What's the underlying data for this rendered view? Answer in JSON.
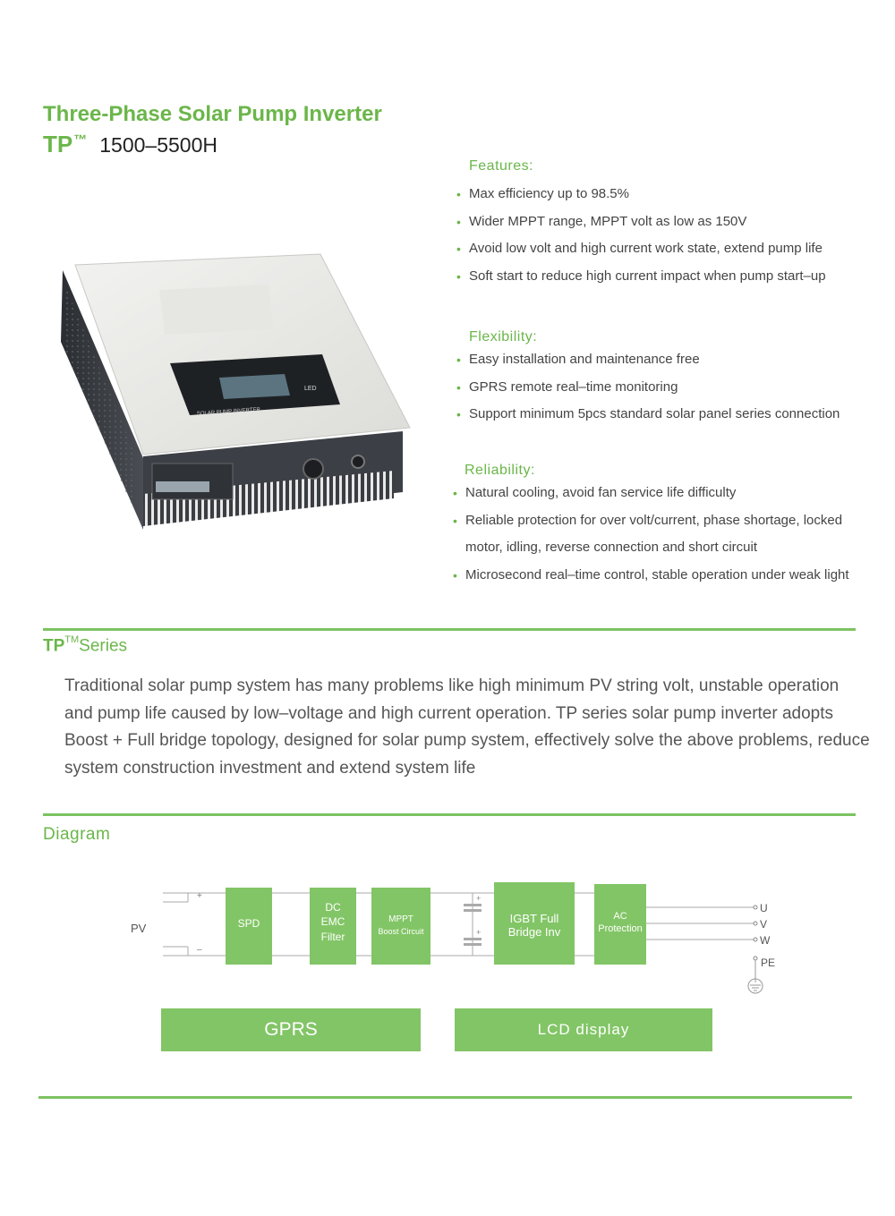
{
  "header": {
    "title": "Three-Phase Solar Pump Inverter",
    "model_prefix": "TP",
    "model_tm": "™",
    "model_range": "1500–5500H"
  },
  "device": {
    "panel_label": "SOLAR PUMP INVERTER",
    "led_label": "LED"
  },
  "features": {
    "heading": "Features:",
    "items": [
      "Max efficiency up to 98.5%",
      "Wider MPPT range, MPPT volt as low as 150V",
      "Avoid low volt and high current work state, extend pump life",
      "Soft start to reduce high current impact when pump start–up"
    ]
  },
  "flexibility": {
    "heading": "Flexibility:",
    "items": [
      "Easy installation and maintenance free",
      "GPRS remote real–time monitoring",
      "Support minimum 5pcs standard solar panel series connection"
    ]
  },
  "reliability": {
    "heading": "Reliability:",
    "items": [
      "Natural cooling, avoid fan service life difficulty",
      "Reliable protection for over volt/current, phase shortage, locked",
      "motor, idling, reverse connection and short circuit",
      "Microsecond real–time control, stable operation under weak light"
    ]
  },
  "series": {
    "title_bold": "TP",
    "title_sup": "TM",
    "title_rest": "Series",
    "body": "Traditional solar pump system has many problems like high minimum PV string volt, unstable operation and pump life caused by low–voltage and high current operation. TP series solar pump inverter adopts Boost + Full bridge topology, designed for solar pump system, effectively solve the above problems, reduce system construction investment and extend system life"
  },
  "diagram": {
    "title": "Diagram",
    "pv_label": "PV",
    "plus": "+",
    "minus": "–",
    "blocks": {
      "spd": "SPD",
      "emc_1": "DC",
      "emc_2": "EMC",
      "emc_3": "Filter",
      "mppt_1": "MPPT",
      "mppt_2": "Boost Circuit",
      "igbt_1": "IGBT Full",
      "igbt_2": "Bridge Inv",
      "ac_1": "AC",
      "ac_2": "Protection"
    },
    "outputs": {
      "u": "U",
      "v": "V",
      "w": "W",
      "pe": "PE"
    },
    "gprs": "GPRS",
    "lcd": "LCD display",
    "block_color": "#82c566"
  },
  "colors": {
    "accent": "#6bb64a",
    "rule": "#7cc361"
  }
}
